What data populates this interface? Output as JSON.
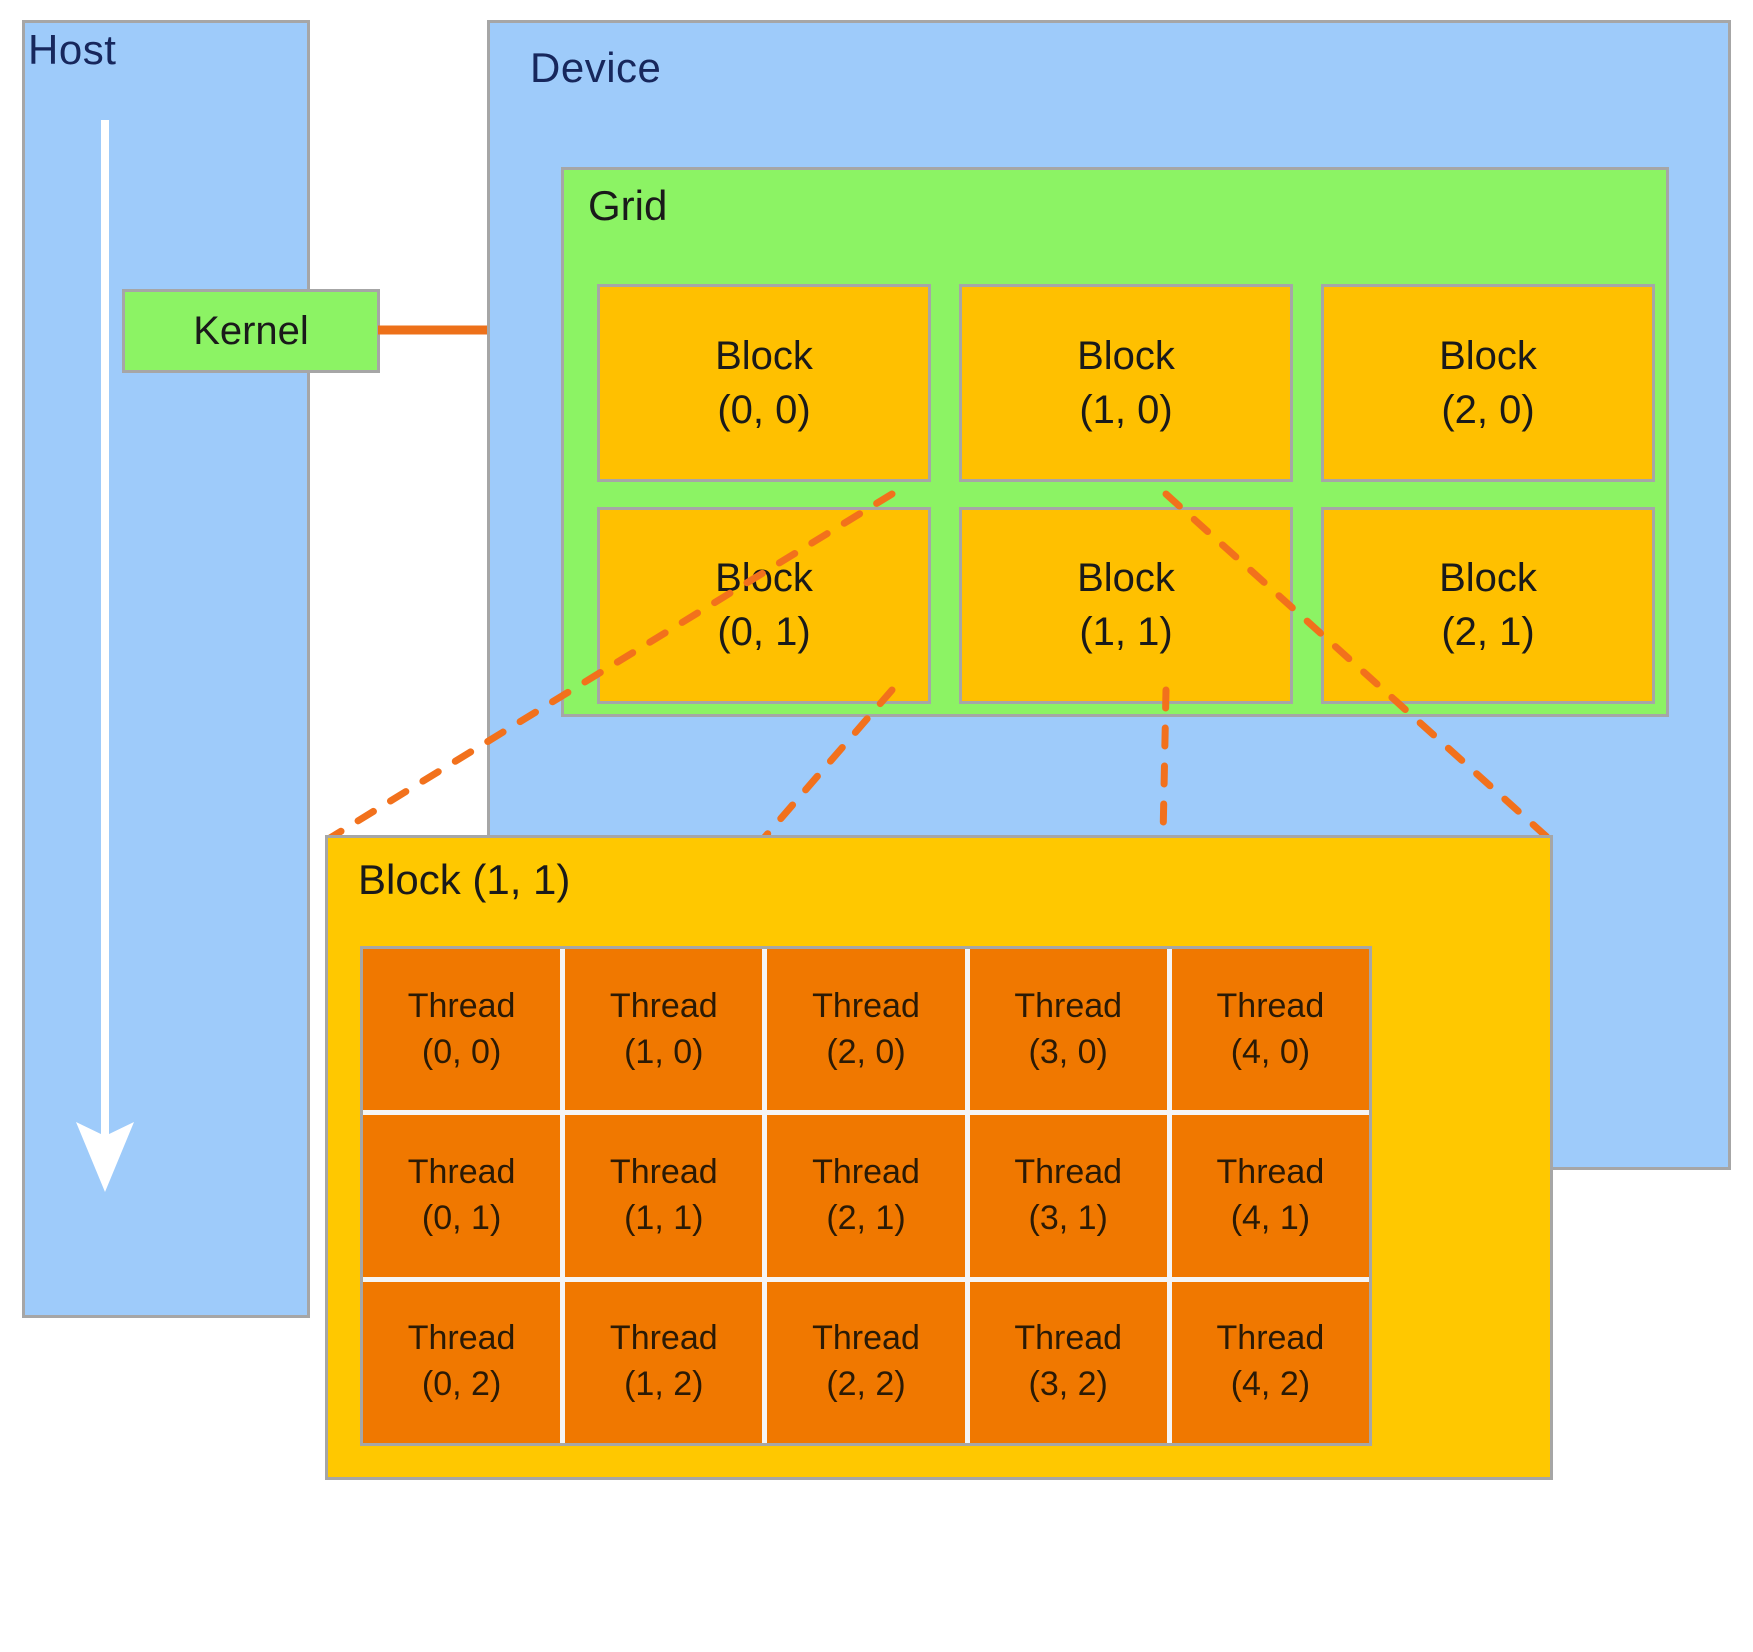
{
  "colors": {
    "host_bg": "#9ecbfa",
    "device_bg": "#9ecbfa",
    "grid_bg": "#8cf364",
    "block_bg": "#ffc000",
    "block_detail_bg": "#ffc800",
    "thread_bg": "#f07800",
    "kernel_bg": "#8cf364",
    "border_gray": "#a6a6a6",
    "arrow_orange": "#ed7019",
    "dashed_orange": "#f2711c",
    "flow_arrow_white": "#ffffff",
    "title_text": "#17275c",
    "body_text": "#1a1a1a"
  },
  "host": {
    "title": "Host",
    "kernel_label": "Kernel"
  },
  "device": {
    "title": "Device",
    "grid": {
      "title": "Grid",
      "blocks": [
        {
          "name": "Block",
          "index": "(0, 0)"
        },
        {
          "name": "Block",
          "index": "(1, 0)"
        },
        {
          "name": "Block",
          "index": "(2, 0)"
        },
        {
          "name": "Block",
          "index": "(0, 1)"
        },
        {
          "name": "Block",
          "index": "(1, 1)"
        },
        {
          "name": "Block",
          "index": "(2, 1)"
        }
      ]
    }
  },
  "block_detail": {
    "title": "Block (1, 1)",
    "threads": [
      {
        "name": "Thread",
        "index": "(0, 0)"
      },
      {
        "name": "Thread",
        "index": "(1, 0)"
      },
      {
        "name": "Thread",
        "index": "(2, 0)"
      },
      {
        "name": "Thread",
        "index": "(3, 0)"
      },
      {
        "name": "Thread",
        "index": "(4, 0)"
      },
      {
        "name": "Thread",
        "index": "(0, 1)"
      },
      {
        "name": "Thread",
        "index": "(1, 1)"
      },
      {
        "name": "Thread",
        "index": "(2, 1)"
      },
      {
        "name": "Thread",
        "index": "(3, 1)"
      },
      {
        "name": "Thread",
        "index": "(4, 1)"
      },
      {
        "name": "Thread",
        "index": "(0, 2)"
      },
      {
        "name": "Thread",
        "index": "(1, 2)"
      },
      {
        "name": "Thread",
        "index": "(2, 2)"
      },
      {
        "name": "Thread",
        "index": "(3, 2)"
      },
      {
        "name": "Thread",
        "index": "(4, 2)"
      }
    ]
  },
  "arrows": {
    "kernel_launch": "kernel-launch-arrow",
    "host_flow": "host-execution-flow-arrow",
    "block_expand": "block-expansion-dashed-lines"
  }
}
